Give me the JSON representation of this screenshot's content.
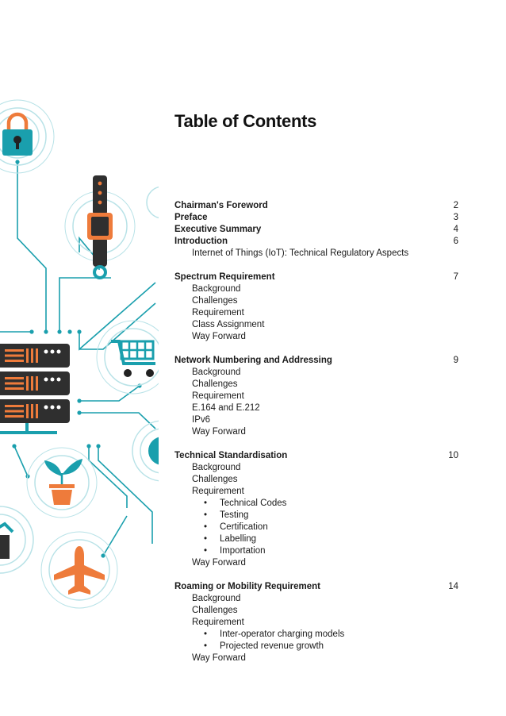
{
  "title": "Table of Contents",
  "sections": [
    {
      "entries": [
        {
          "label": "Chairman's Foreword",
          "page": "2"
        },
        {
          "label": "Preface",
          "page": "3"
        },
        {
          "label": "Executive Summary",
          "page": "4"
        },
        {
          "label": "Introduction",
          "page": "6"
        }
      ],
      "items": [
        {
          "text": "Internet of Things (IoT): Technical Regulatory Aspects",
          "bullet": false
        }
      ]
    },
    {
      "entries": [
        {
          "label": "Spectrum Requirement",
          "page": "7"
        }
      ],
      "items": [
        {
          "text": "Background",
          "bullet": false
        },
        {
          "text": "Challenges",
          "bullet": false
        },
        {
          "text": "Requirement",
          "bullet": false
        },
        {
          "text": "Class Assignment",
          "bullet": false
        },
        {
          "text": "Way Forward",
          "bullet": false
        }
      ]
    },
    {
      "entries": [
        {
          "label": "Network Numbering and Addressing",
          "page": "9"
        }
      ],
      "items": [
        {
          "text": "Background",
          "bullet": false
        },
        {
          "text": "Challenges",
          "bullet": false
        },
        {
          "text": "Requirement",
          "bullet": false
        },
        {
          "text": "E.164 and E.212",
          "bullet": false
        },
        {
          "text": "IPv6",
          "bullet": false
        },
        {
          "text": "Way Forward",
          "bullet": false
        }
      ]
    },
    {
      "entries": [
        {
          "label": "Technical Standardisation",
          "page": "10"
        }
      ],
      "items": [
        {
          "text": "Background",
          "bullet": false
        },
        {
          "text": "Challenges",
          "bullet": false
        },
        {
          "text": "Requirement",
          "bullet": false
        },
        {
          "text": "Technical Codes",
          "bullet": true
        },
        {
          "text": "Testing",
          "bullet": true
        },
        {
          "text": "Certification",
          "bullet": true
        },
        {
          "text": "Labelling",
          "bullet": true
        },
        {
          "text": "Importation",
          "bullet": true
        },
        {
          "text": "Way Forward",
          "bullet": false
        }
      ]
    },
    {
      "entries": [
        {
          "label": "Roaming or Mobility Requirement",
          "page": "14"
        }
      ],
      "items": [
        {
          "text": "Background",
          "bullet": false
        },
        {
          "text": "Challenges",
          "bullet": false
        },
        {
          "text": "Requirement",
          "bullet": false
        },
        {
          "text": "Inter-operator charging models",
          "bullet": true
        },
        {
          "text": "Projected revenue growth",
          "bullet": true
        },
        {
          "text": "Way Forward",
          "bullet": false
        }
      ]
    }
  ],
  "bullet_char": "•",
  "colors": {
    "teal": "#1a9fad",
    "orange": "#ee7b3b",
    "dark": "#333333",
    "ring": "#b8e2e7"
  },
  "icons": [
    "padlock-icon",
    "smartwatch-icon",
    "shopping-cart-icon",
    "server-rack-icon",
    "plant-pot-icon",
    "house-icon",
    "airplane-icon"
  ]
}
